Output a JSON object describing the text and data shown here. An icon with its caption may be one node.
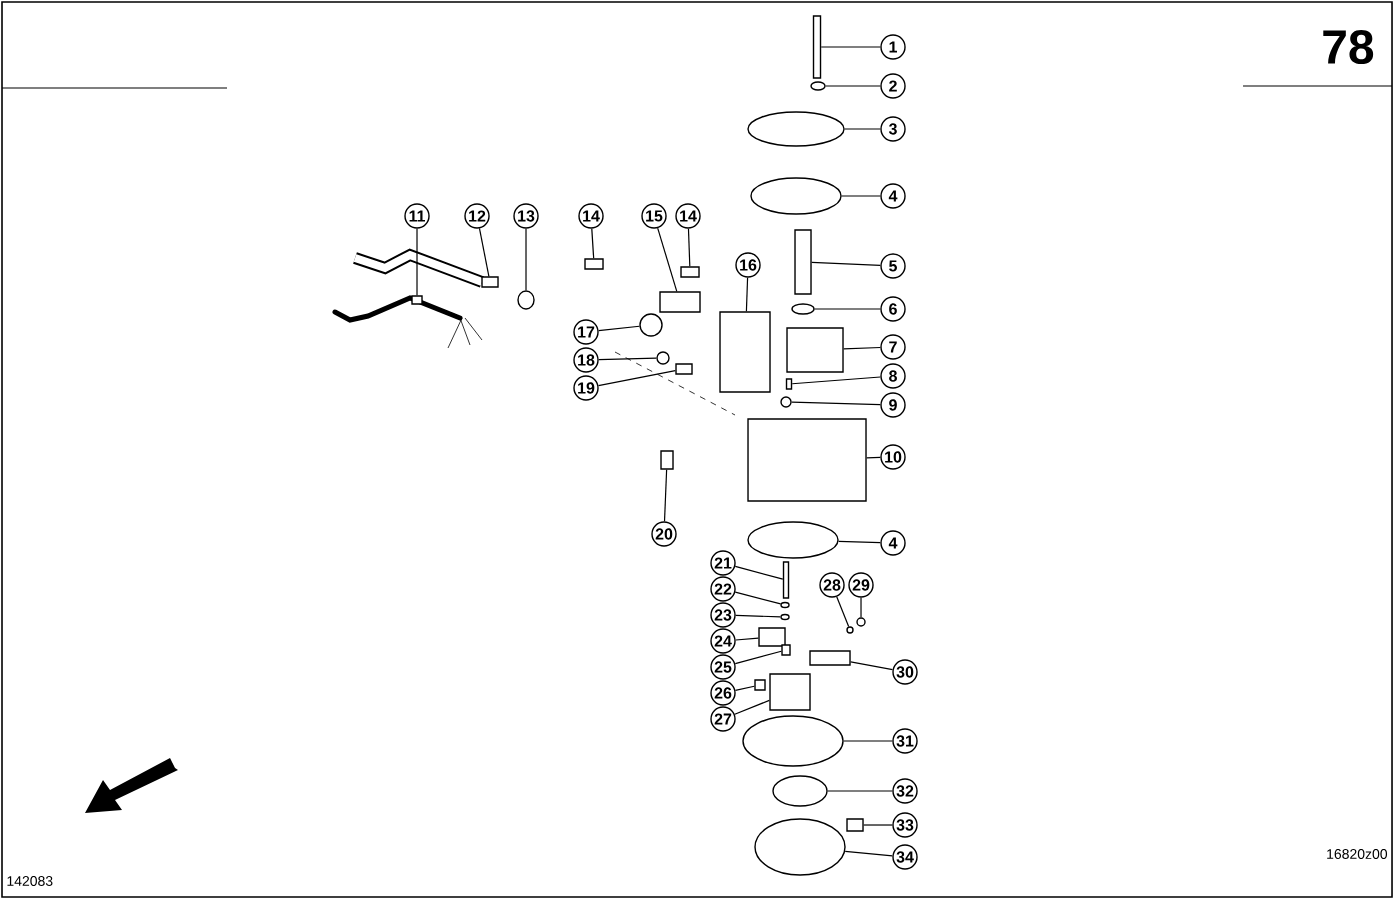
{
  "diagram": {
    "nodes": [
      {
        "text": [
          "1"
        ]
      },
      {
        "text": [
          "2"
        ]
      },
      {
        "text": [
          "3"
        ]
      },
      {
        "text": [
          "4"
        ]
      },
      {
        "text": [
          "5"
        ]
      },
      {
        "text": [
          "6"
        ]
      },
      {
        "text": [
          "7"
        ]
      },
      {
        "text": [
          "8"
        ]
      },
      {
        "text": [
          "9"
        ]
      },
      {
        "text": [
          "10"
        ]
      },
      {
        "text": [
          "4"
        ]
      },
      {
        "text": [
          "11"
        ]
      },
      {
        "text": [
          "12"
        ]
      },
      {
        "text": [
          "13"
        ]
      },
      {
        "text": [
          "14"
        ]
      },
      {
        "text": [
          "15"
        ]
      },
      {
        "text": [
          "14"
        ]
      },
      {
        "text": [
          "16"
        ]
      },
      {
        "text": [
          "17"
        ]
      },
      {
        "text": [
          "18"
        ]
      },
      {
        "text": [
          "19"
        ]
      },
      {
        "text": [
          "20"
        ]
      },
      {
        "text": [
          "21"
        ]
      },
      {
        "text": [
          "22"
        ]
      },
      {
        "text": [
          "23"
        ]
      },
      {
        "text": [
          "24"
        ]
      },
      {
        "text": [
          "25"
        ]
      },
      {
        "text": [
          "26"
        ]
      },
      {
        "text": [
          "27"
        ]
      },
      {
        "text": [
          "28"
        ]
      },
      {
        "text": [
          "29"
        ]
      },
      {
        "text": [
          "30"
        ]
      },
      {
        "text": [
          "31"
        ]
      },
      {
        "text": [
          "32"
        ]
      },
      {
        "text": [
          "33"
        ]
      },
      {
        "text": [
          "34"
        ]
      },
      {
        "text": [],
        "shape": "box"
      },
      {
        "text": [],
        "shape": "circle"
      },
      {
        "text": [],
        "shape": "circle"
      },
      {
        "text": [],
        "shape": "circle"
      },
      {
        "text": [],
        "shape": "box"
      },
      {
        "text": [],
        "shape": "circle"
      },
      {
        "text": [],
        "shape": "box"
      },
      {
        "text": [],
        "shape": "box"
      },
      {
        "text": [],
        "shape": "circle"
      },
      {
        "text": [],
        "shape": "box"
      },
      {
        "text": [],
        "shape": "circle"
      },
      {
        "text": [],
        "shape": "box"
      },
      {
        "text": [],
        "shape": "box"
      },
      {
        "text": [],
        "shape": "circle"
      },
      {
        "text": [],
        "shape": "box"
      },
      {
        "text": [],
        "shape": "box"
      },
      {
        "text": [],
        "shape": "box"
      },
      {
        "text": [],
        "shape": "box"
      },
      {
        "text": [],
        "shape": "circle"
      },
      {
        "text": [],
        "shape": "circle"
      },
      {
        "text": [],
        "shape": "box"
      },
      {
        "text": [],
        "shape": "box"
      },
      {
        "text": [],
        "shape": "box"
      },
      {
        "text": [],
        "shape": "circle"
      },
      {
        "text": [],
        "shape": "circle"
      },
      {
        "text": [],
        "shape": "box"
      },
      {
        "text": [],
        "shape": "box"
      },
      {
        "text": [],
        "shape": "box"
      },
      {
        "text": [],
        "shape": "box"
      },
      {
        "text": [],
        "shape": "circle"
      },
      {
        "text": [],
        "shape": "circle"
      },
      {
        "text": [],
        "shape": "box"
      },
      {
        "text": [],
        "shape": "circle"
      },
      {
        "text": [],
        "shape": "circle"
      },
      {
        "text": [],
        "shape": "box"
      },
      {
        "text": [],
        "shape": "circle"
      }
    ],
    "edges": [
      {
        "from": 0,
        "to": 36,
        "arrow": "none"
      },
      {
        "from": 1,
        "to": 37,
        "arrow": "none"
      },
      {
        "from": 2,
        "to": 38,
        "arrow": "none"
      },
      {
        "from": 3,
        "to": 39,
        "arrow": "none"
      },
      {
        "from": 4,
        "to": 40,
        "arrow": "none"
      },
      {
        "from": 5,
        "to": 41,
        "arrow": "none"
      },
      {
        "from": 6,
        "to": 42,
        "arrow": "none"
      },
      {
        "from": 7,
        "to": 43,
        "arrow": "none"
      },
      {
        "from": 8,
        "to": 44,
        "arrow": "none"
      },
      {
        "from": 9,
        "to": 45,
        "arrow": "none"
      },
      {
        "from": 10,
        "to": 46,
        "arrow": "none"
      },
      {
        "from": 11,
        "to": 47,
        "arrow": "none"
      },
      {
        "from": 12,
        "to": 48,
        "arrow": "none"
      },
      {
        "from": 13,
        "to": 49,
        "arrow": "none"
      },
      {
        "from": 14,
        "to": 50,
        "arrow": "none"
      },
      {
        "from": 15,
        "to": 51,
        "arrow": "none"
      },
      {
        "from": 16,
        "to": 52,
        "arrow": "none"
      },
      {
        "from": 17,
        "to": 53,
        "arrow": "none"
      },
      {
        "from": 18,
        "to": 54,
        "arrow": "none"
      },
      {
        "from": 19,
        "to": 55,
        "arrow": "none"
      },
      {
        "from": 20,
        "to": 56,
        "arrow": "none"
      },
      {
        "from": 21,
        "to": 57,
        "arrow": "none"
      },
      {
        "from": 22,
        "to": 58,
        "arrow": "none"
      },
      {
        "from": 23,
        "to": 59,
        "arrow": "none"
      },
      {
        "from": 24,
        "to": 60,
        "arrow": "none"
      },
      {
        "from": 25,
        "to": 61,
        "arrow": "none"
      },
      {
        "from": 26,
        "to": 62,
        "arrow": "none"
      },
      {
        "from": 27,
        "to": 63,
        "arrow": "none"
      },
      {
        "from": 28,
        "to": 64,
        "arrow": "none"
      },
      {
        "from": 29,
        "to": 65,
        "arrow": "none"
      },
      {
        "from": 30,
        "to": 66,
        "arrow": "none"
      },
      {
        "from": 31,
        "to": 67,
        "arrow": "none"
      },
      {
        "from": 32,
        "to": 68,
        "arrow": "none"
      },
      {
        "from": 33,
        "to": 69,
        "arrow": "none"
      },
      {
        "from": 34,
        "to": 70,
        "arrow": "none"
      },
      {
        "from": 35,
        "to": 71,
        "arrow": "none"
      }
    ],
    "labels": [
      "78",
      "16820z00",
      "142083"
    ]
  }
}
